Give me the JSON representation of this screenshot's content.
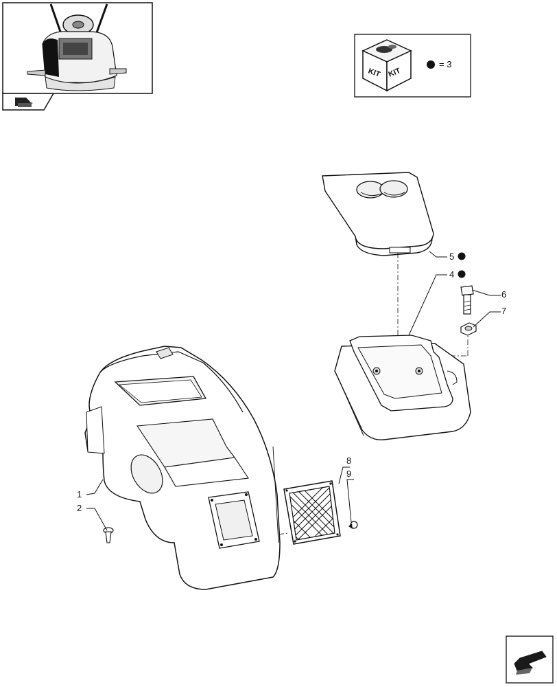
{
  "kit_box": {
    "kit_label_left": "KIT",
    "kit_label_right": "KIT",
    "legend_text": "= 3"
  },
  "callouts": [
    {
      "id": "1",
      "text": "1"
    },
    {
      "id": "2",
      "text": "2"
    },
    {
      "id": "4",
      "text": "4"
    },
    {
      "id": "5",
      "text": "5"
    },
    {
      "id": "6",
      "text": "6"
    },
    {
      "id": "7",
      "text": "7"
    },
    {
      "id": "8",
      "text": "8"
    },
    {
      "id": "9",
      "text": "9"
    }
  ],
  "colors": {
    "line": "#1a1a1a",
    "fill": "#ffffff",
    "shade": "#e6e6e6",
    "dark": "#2a2a2a"
  },
  "icons": {
    "thumbnail": "tractor-cab-thumbnail-icon",
    "thumbnail_badge": "book-arrow-icon",
    "kit_cube": "kit-cube-icon",
    "kit_dot": "kit-dot-icon",
    "nav_arrow": "navigation-arrow-icon"
  }
}
